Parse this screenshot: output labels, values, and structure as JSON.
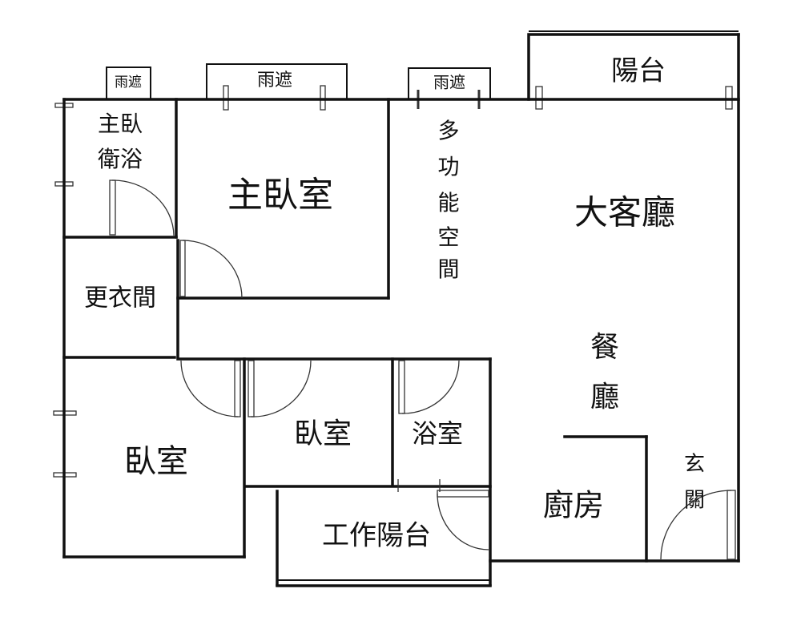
{
  "title": "Floor plan",
  "rooms": {
    "canopy_1": "雨遮",
    "canopy_2": "雨遮",
    "canopy_3": "雨遮",
    "balcony": "陽台",
    "master_bath": [
      "主臥",
      "衛浴"
    ],
    "master_bedroom": "主臥室",
    "multipurpose": [
      "多",
      "功",
      "能",
      "空",
      "間"
    ],
    "living_room": "大客廳",
    "walk_in_closet": "更衣間",
    "dining": [
      "餐",
      "廳"
    ],
    "bedroom_1": "臥室",
    "bedroom_2": "臥室",
    "bathroom": "浴室",
    "entrance": [
      "玄",
      "關"
    ],
    "kitchen": "廚房",
    "utility_balcony": "工作陽台"
  }
}
